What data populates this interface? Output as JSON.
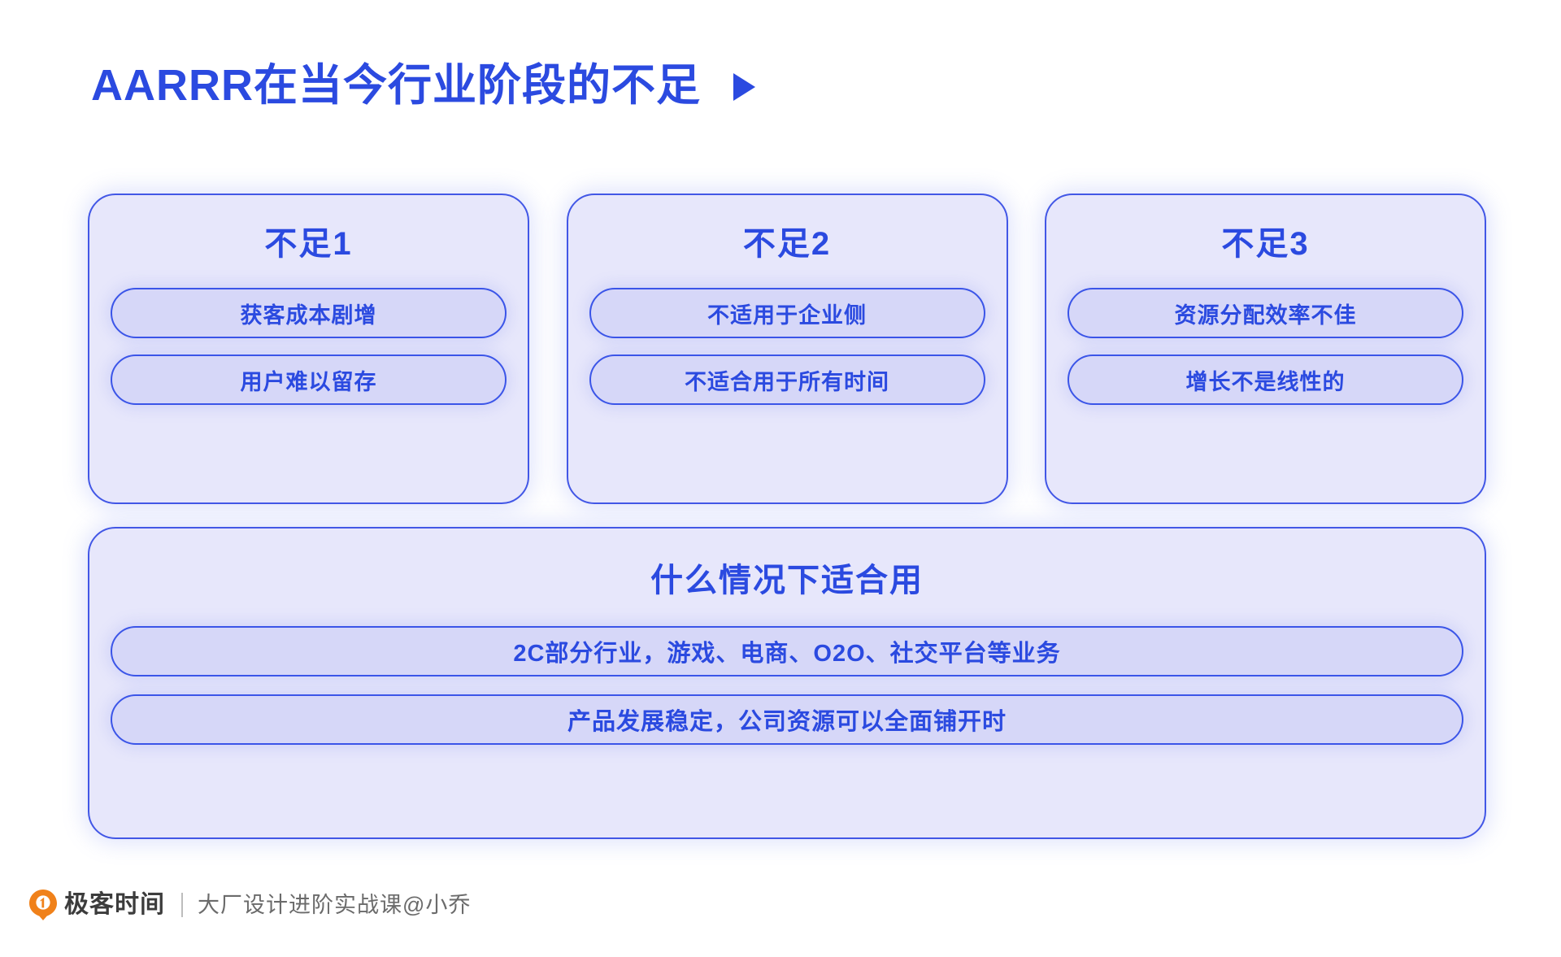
{
  "slide": {
    "title": "AARRR在当今行业阶段的不足",
    "title_icon": "play-triangle-icon",
    "accent_color": "#2b4ae0",
    "card_bg_color": "#e7e7fb",
    "pill_bg_color": "#d6d7f8",
    "border_color": "#3b55e8",
    "background_color": "#ffffff"
  },
  "cards": [
    {
      "title": "不足1",
      "items": [
        "获客成本剧增",
        "用户难以留存"
      ]
    },
    {
      "title": "不足2",
      "items": [
        "不适用于企业侧",
        "不适合用于所有时间"
      ]
    },
    {
      "title": "不足3",
      "items": [
        "资源分配效率不佳",
        "增长不是线性的"
      ]
    }
  ],
  "wide_card": {
    "title": "什么情况下适合用",
    "items": [
      "2C部分行业，游戏、电商、O2O、社交平台等业务",
      "产品发展稳定，公司资源可以全面铺开时"
    ]
  },
  "footer": {
    "logo_icon": "geekbang-pin-logo-icon",
    "brand": "极客时间",
    "course": "大厂设计进阶实战课@小乔",
    "logo_color": "#f0811a"
  }
}
